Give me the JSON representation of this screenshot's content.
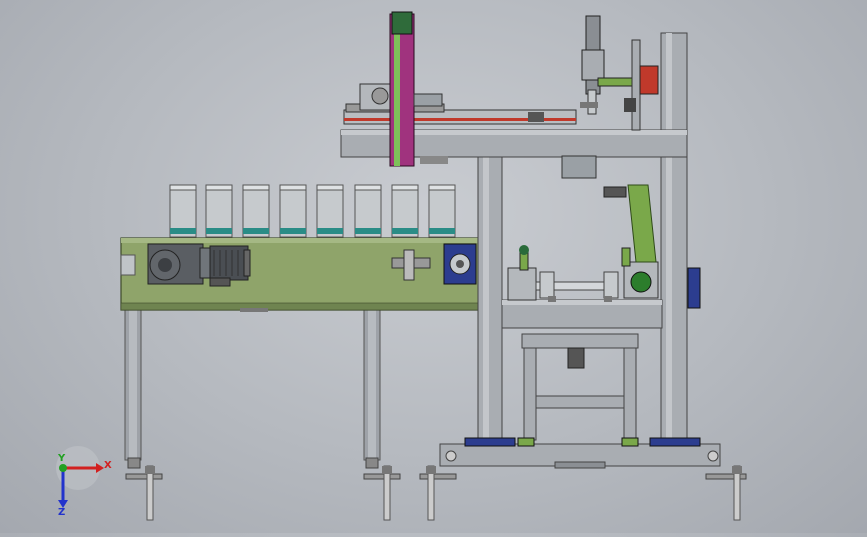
{
  "viewport": {
    "background": "#b9bcc2"
  },
  "colors": {
    "frame": "#a9adb2",
    "frame_dark": "#7c8086",
    "conveyor": "#8fa46a",
    "conveyor_dark": "#6f8450",
    "motor_body": "#4f5358",
    "magenta": "#a0337e",
    "green_part": "#7aa84a",
    "blue_part": "#2c3d8f",
    "red_part": "#c0392b",
    "cylinder": "#c6cacd"
  },
  "triad": {
    "x_label": "X",
    "y_label": "Y",
    "z_label": "Z",
    "x_color": "#d22020",
    "y_color": "#22a022",
    "z_color": "#2233cc"
  }
}
